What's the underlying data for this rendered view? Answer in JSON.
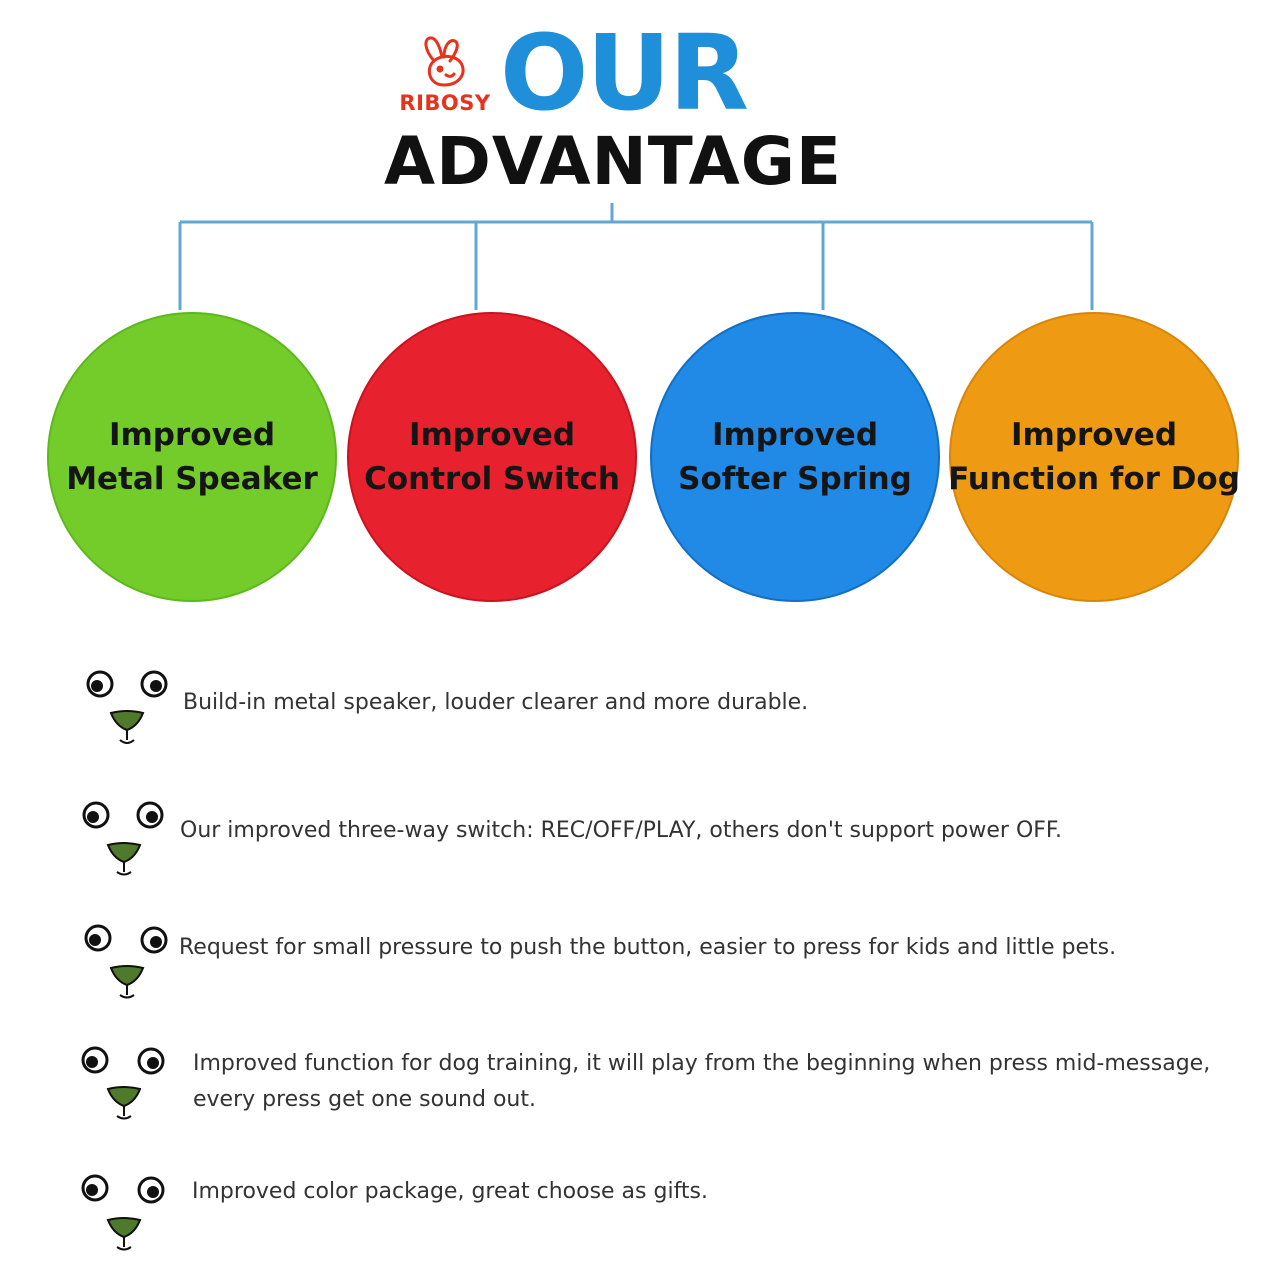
{
  "header": {
    "brand": "RIBOSY",
    "title_line1": "OUR",
    "title_line2": "ADVANTAGE"
  },
  "colors": {
    "title_blue": "#1e8fd8",
    "brand_red": "#e8321e",
    "green": "#74cc2b",
    "red": "#e8212e",
    "blue": "#2189e6",
    "orange": "#ee9a12",
    "connector": "#5fa8d6",
    "dog_nose": "#4f7a2c"
  },
  "circles": [
    {
      "line1": "Improved",
      "line2": "Metal Speaker"
    },
    {
      "line1": "Improved",
      "line2": "Control Switch"
    },
    {
      "line1": "Improved",
      "line2": "Softer Spring"
    },
    {
      "line1": "Improved",
      "line2": "Function for Dog"
    }
  ],
  "icons": {
    "logo": "rabbit-logo-icon",
    "bullet": "dog-face-icon"
  },
  "features": [
    {
      "line1": "Build-in metal speaker, louder clearer and more durable."
    },
    {
      "line1": "Our improved three-way switch: REC/OFF/PLAY, others don't support power OFF."
    },
    {
      "line1": "Request for small pressure to push the button, easier to press for kids and little pets."
    },
    {
      "line1": "Improved function for dog training, it will play from the beginning when press mid-message,",
      "line2": "every press get one sound out."
    },
    {
      "line1": "Improved color package, great choose as gifts."
    }
  ]
}
